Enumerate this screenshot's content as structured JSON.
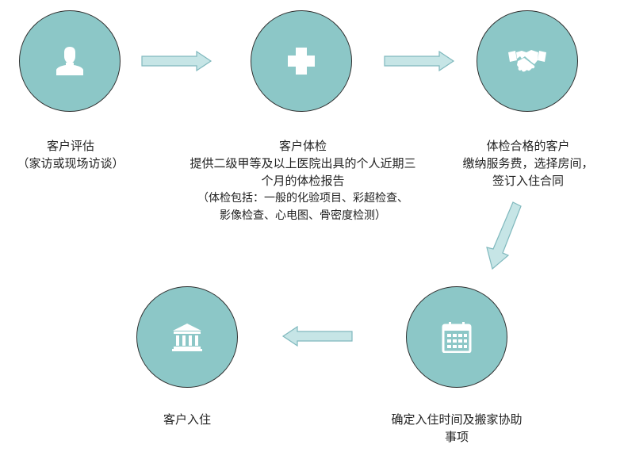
{
  "colors": {
    "circle": "#8cc7c7",
    "circle_border": "#2f2f2f",
    "arrow_fill": "#c6e5e6",
    "arrow_stroke": "#7fb8bd",
    "icon": "#ffffff"
  },
  "steps": [
    {
      "icon": "user-icon",
      "title": "客户评估",
      "lines": [
        "（家访或现场访谈）"
      ]
    },
    {
      "icon": "medical-cross-icon",
      "title": "客户体检",
      "lines": [
        "提供二级甲等及以上医院出具的个人近期三",
        "个月的体检报告",
        "（体检包括：一般的化验项目、彩超检查、",
        "影像检查、心电图、骨密度检测）"
      ]
    },
    {
      "icon": "handshake-icon",
      "title": "体检合格的客户",
      "lines": [
        "缴纳服务费，选择房间，",
        "签订入住合同"
      ]
    },
    {
      "icon": "calendar-icon",
      "title": "确定入住时间及搬家协助",
      "lines": [
        "事项"
      ]
    },
    {
      "icon": "building-icon",
      "title": "客户入住",
      "lines": []
    }
  ]
}
